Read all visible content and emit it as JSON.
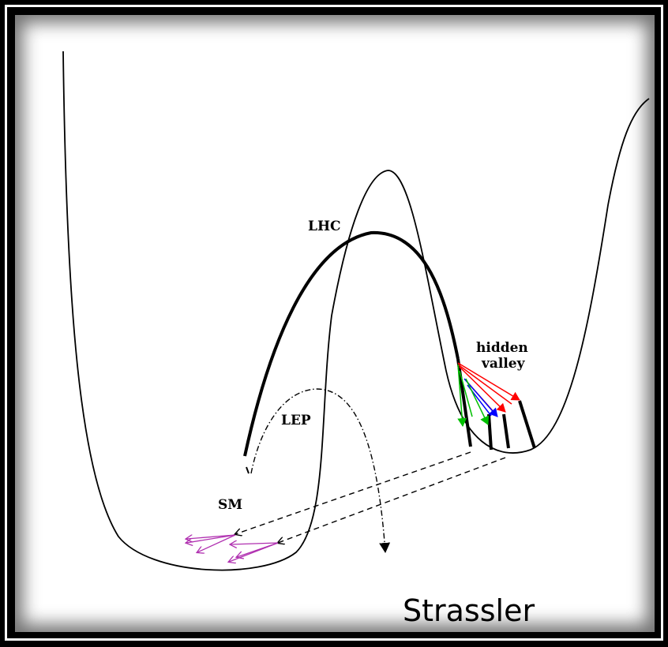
{
  "labels": {
    "lhc": "LHC",
    "lep": "LEP",
    "sm": "SM",
    "hidden_line1": "hidden",
    "hidden_line2": "valley"
  },
  "credit": "Strassler",
  "colors": {
    "frame": "#000000",
    "curve": "#000000",
    "sm_arrows": "#b030b0",
    "hv_red": "#ff0000",
    "hv_green": "#00c000",
    "hv_blue": "#0000ff"
  }
}
